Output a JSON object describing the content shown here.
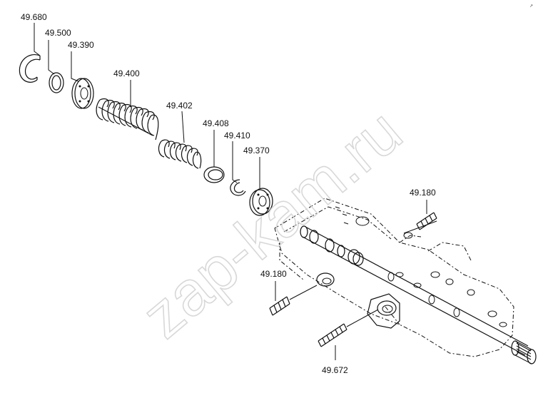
{
  "labels": {
    "p49680": "49.680",
    "p49500": "49.500",
    "p49390": "49.390",
    "p49400": "49.400",
    "p49402": "49.402",
    "p49408": "49.408",
    "p49410": "49.410",
    "p49370": "49.370",
    "p49180a": "49.180",
    "p49180b": "49.180",
    "p49672": "49.672"
  },
  "corner_mark": "↗ ",
  "watermark": "zap-kam.ru"
}
